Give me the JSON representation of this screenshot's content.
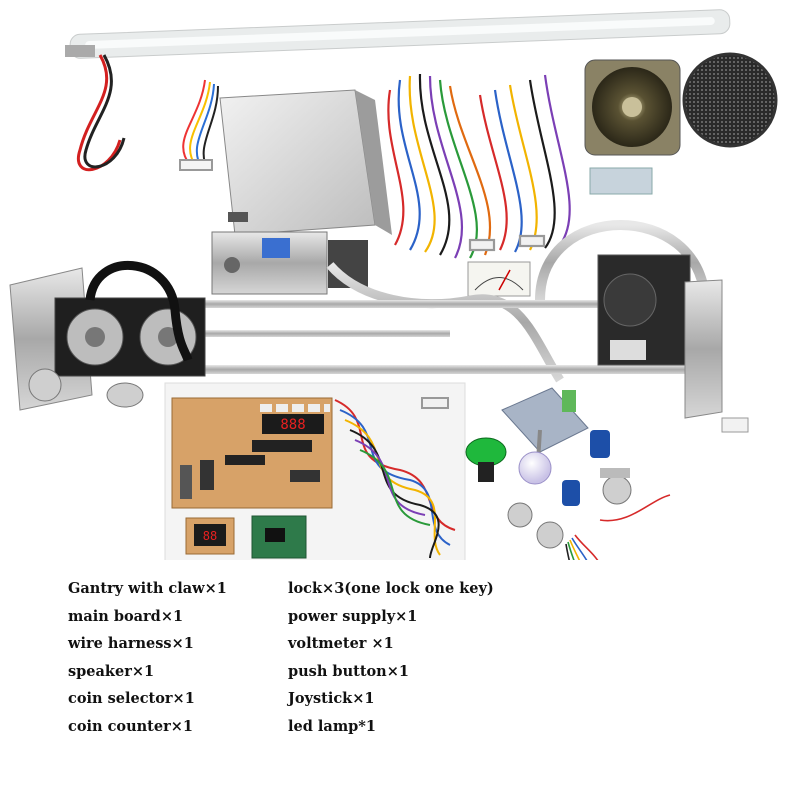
{
  "parts_list": {
    "left": [
      "Gantry with claw×1",
      "main board×1",
      "wire harness×1",
      "speaker×1",
      "coin selector×1",
      "coin counter×1"
    ],
    "right": [
      "lock×3(one lock one key)",
      "power supply×1",
      "voltmeter ×1",
      "push button×1",
      "Joystick×1",
      "led lamp*1"
    ]
  },
  "board_display": {
    "digits": "888",
    "small_digits": "88"
  }
}
